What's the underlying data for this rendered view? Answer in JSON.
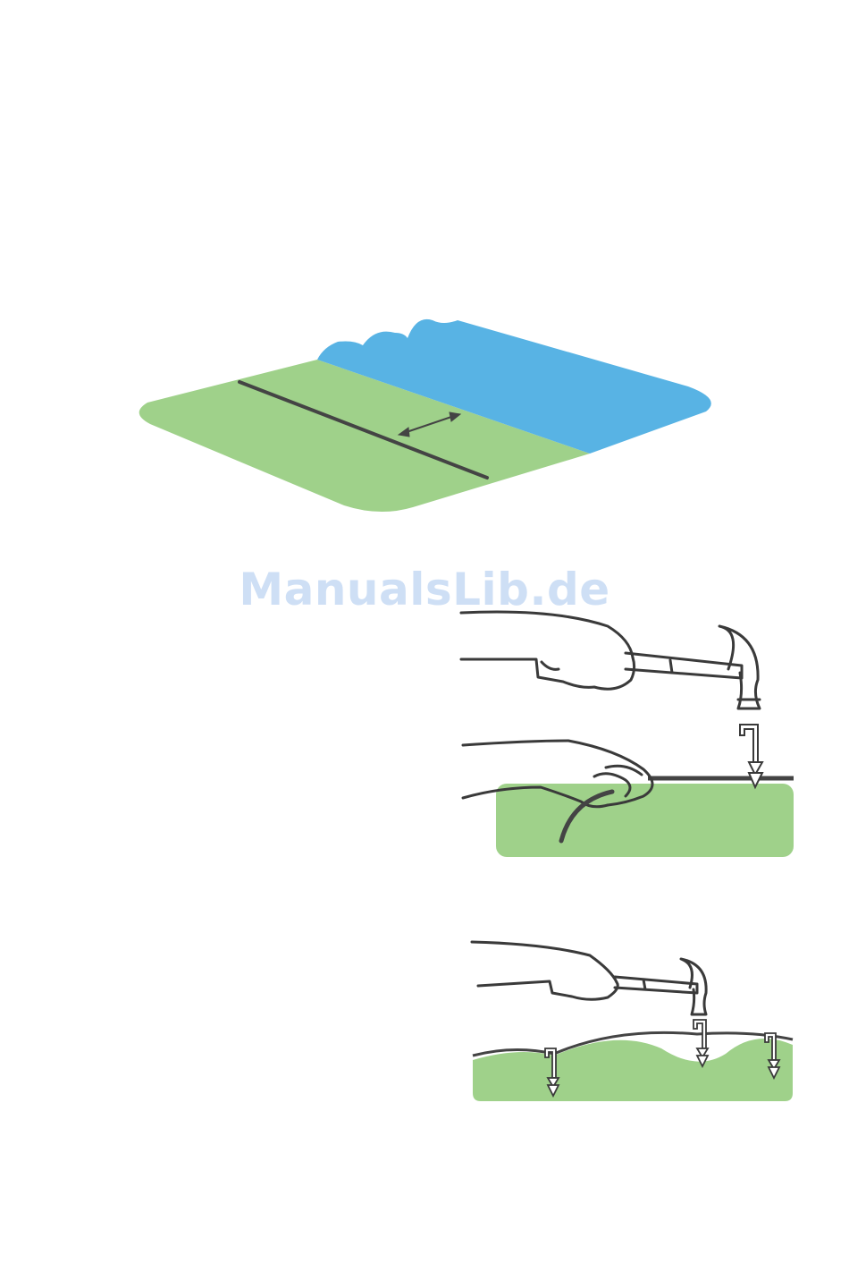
{
  "watermark": {
    "text": "ManualsLib.de"
  },
  "colors": {
    "grass": "#9fd18a",
    "water": "#58b3e4",
    "wire": "#444444",
    "outline": "#3a3a3a",
    "watermark": "#c9dcf4"
  },
  "illustrations": [
    {
      "name": "lawn-with-boundary-wire-and-pond",
      "icon": "boundary-wire-distance-icon"
    },
    {
      "name": "pegging-wire-with-hammer",
      "icon": "hammer-peg-icon"
    },
    {
      "name": "pegging-wire-on-uneven-ground",
      "icon": "uneven-ground-pegs-icon"
    }
  ]
}
